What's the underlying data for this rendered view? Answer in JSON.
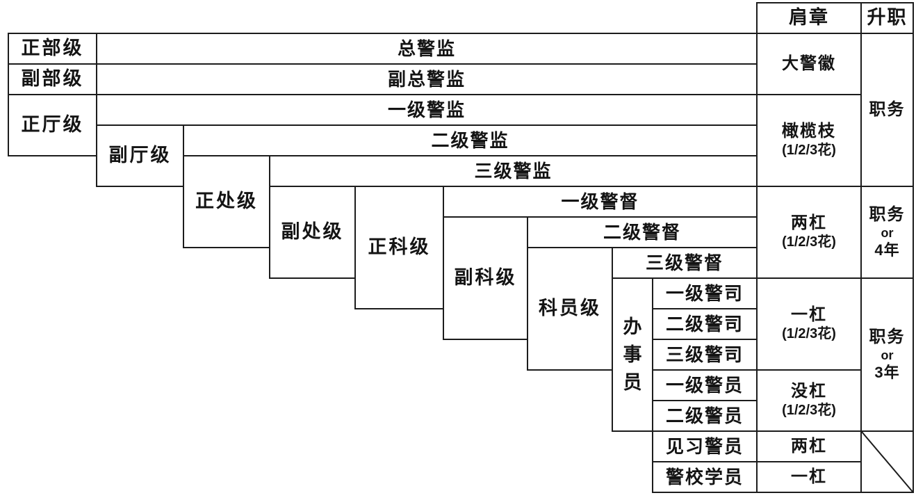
{
  "header": {
    "badge_col": "肩章",
    "promotion_col": "升职"
  },
  "levels": [
    {
      "label": "正部级"
    },
    {
      "label": "副部级"
    },
    {
      "label": "正厅级"
    },
    {
      "label": "副厅级"
    },
    {
      "label": "正处级"
    },
    {
      "label": "副处级"
    },
    {
      "label": "正科级"
    },
    {
      "label": "副科级"
    },
    {
      "label": "科员级"
    },
    {
      "label": "办事员"
    }
  ],
  "ranks": [
    {
      "label": "总警监"
    },
    {
      "label": "副总警监"
    },
    {
      "label": "一级警监"
    },
    {
      "label": "二级警监"
    },
    {
      "label": "三级警监"
    },
    {
      "label": "一级警督"
    },
    {
      "label": "二级警督"
    },
    {
      "label": "三级警督"
    },
    {
      "label": "一级警司"
    },
    {
      "label": "二级警司"
    },
    {
      "label": "三级警司"
    },
    {
      "label": "一级警员"
    },
    {
      "label": "二级警员"
    },
    {
      "label": "见习警员"
    },
    {
      "label": "警校学员"
    }
  ],
  "badges": [
    {
      "label": "大警徽",
      "sub": ""
    },
    {
      "label": "橄榄枝",
      "sub": "(1/2/3花)"
    },
    {
      "label": "两杠",
      "sub": "(1/2/3花)"
    },
    {
      "label": "一杠",
      "sub": "(1/2/3花)"
    },
    {
      "label": "没杠",
      "sub": "(1/2/3花)"
    },
    {
      "label": "两杠",
      "sub": ""
    },
    {
      "label": "一杠",
      "sub": ""
    }
  ],
  "promotion": [
    {
      "lines": [
        "职务",
        "",
        ""
      ]
    },
    {
      "lines": [
        "职务",
        "or",
        "4年"
      ]
    },
    {
      "lines": [
        "职务",
        "or",
        "3年"
      ]
    },
    {
      "diagonal": true
    }
  ],
  "colors": {
    "border": "#1c1c1c",
    "background": "#ffffff",
    "text": "#141414"
  }
}
